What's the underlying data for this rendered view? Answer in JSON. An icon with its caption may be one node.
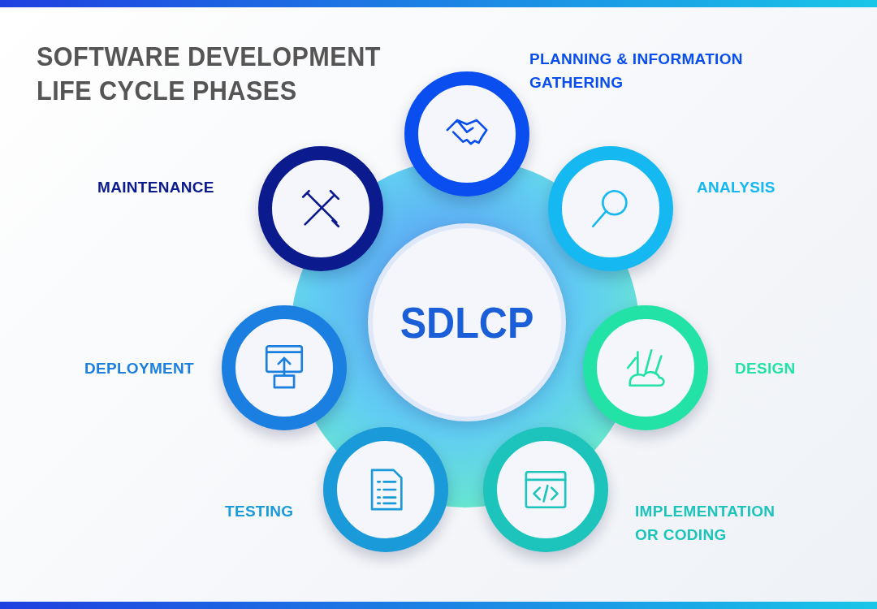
{
  "diagram": {
    "title": "SOFTWARE DEVELOPMENT LIFE CYCLE PHASES",
    "nodes": [
      {
        "text": [
          "SDLCP"
        ]
      },
      {
        "text": [],
        "shape": "circle",
        "beside": [
          "PLANNING & INFORMATION GATHERING"
        ]
      },
      {
        "text": [],
        "shape": "circle",
        "beside": [
          "ANALYSIS"
        ]
      },
      {
        "text": [],
        "shape": "circle",
        "beside": [
          "DESIGN"
        ]
      },
      {
        "text": [],
        "shape": "circle",
        "beside": [
          "IMPLEMENTATION OR CODING"
        ]
      },
      {
        "text": [],
        "shape": "circle",
        "beside": [
          "TESTING"
        ]
      },
      {
        "text": [],
        "shape": "circle",
        "beside": [
          "DEPLOYMENT"
        ]
      },
      {
        "text": [],
        "shape": "circle",
        "beside": [
          "MAINTENANCE"
        ]
      }
    ],
    "edges": []
  }
}
